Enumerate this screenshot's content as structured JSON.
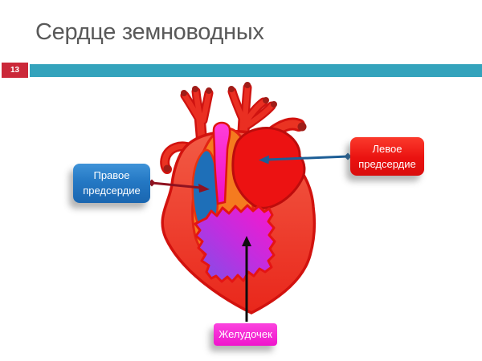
{
  "slide": {
    "title": "Сердце земноводных",
    "page_number": "13"
  },
  "callouts": {
    "right_atrium": {
      "line1": "Правое",
      "line2": "предсердие"
    },
    "left_atrium": {
      "line1": "Левое",
      "line2": "предсердие"
    },
    "ventricle": {
      "text": "Желудочек"
    }
  },
  "colors": {
    "accent_bar": "#34a3bc",
    "page_badge": "#cb2839",
    "title_text": "#595959",
    "right_atrium_box": "#2478c4",
    "left_atrium_box": "#ea1210",
    "ventricle_box": "#ef14cc",
    "heart_body": "#ea2a1d",
    "right_atrium_chamber": "#1e6fb8",
    "left_atrium_chamber": "#ec1212",
    "conus_tube": "#f511c7",
    "inner_channel_orange": "#f57b1f",
    "arrow_right_atrium": "#8f1220",
    "arrow_left_atrium": "#1d5e96",
    "arrow_ventricle": "#0d0d0d"
  }
}
